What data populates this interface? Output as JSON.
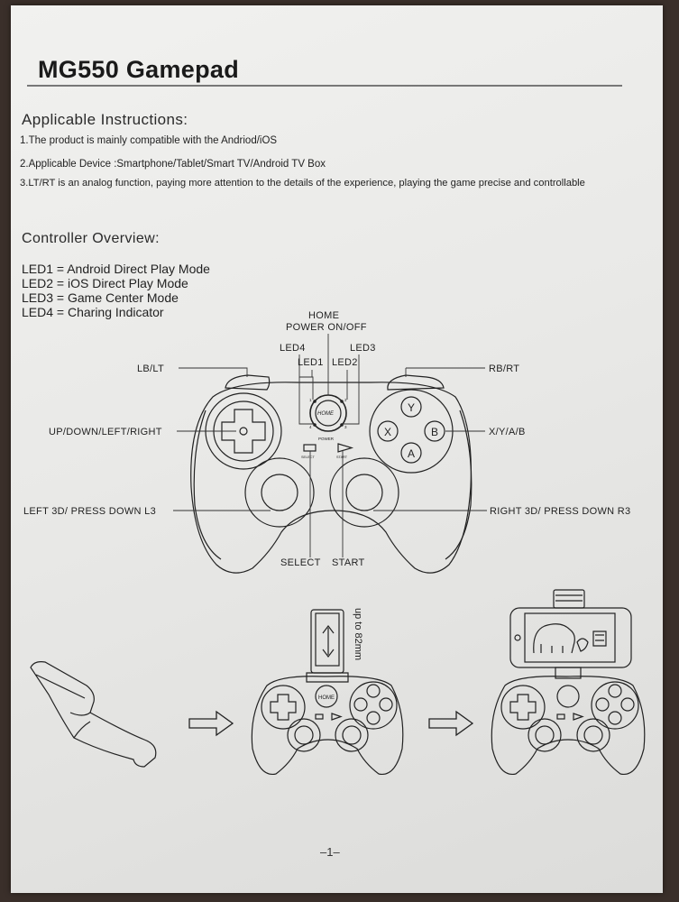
{
  "title": "MG550 Gamepad",
  "instructions": {
    "heading": "Applicable Instructions:",
    "items": [
      "1.The product is mainly compatible with the Andriod/iOS",
      "2.Applicable Device :Smartphone/Tablet/Smart TV/Android TV Box",
      "3.LT/RT is an analog function, paying more attention to the details of the experience, playing the game precise and controllable"
    ]
  },
  "overview": {
    "heading": "Controller Overview:",
    "leds": [
      "LED1 = Android Direct Play Mode",
      "LED2 = iOS Direct Play Mode",
      "LED3 = Game Center Mode",
      "LED4 = Charing Indicator"
    ]
  },
  "diagram": {
    "home": "HOME",
    "power": "POWER ON/OFF",
    "led4": "LED4",
    "led1": "LED1",
    "led2": "LED2",
    "led3": "LED3",
    "lb_lt": "LB/LT",
    "rb_rt": "RB/RT",
    "dpad": "UP/DOWN/LEFT/RIGHT",
    "xyab": "X/Y/A/B",
    "left3d": "LEFT 3D/ PRESS DOWN L3",
    "right3d": "RIGHT 3D/ PRESS DOWN R3",
    "select": "SELECT",
    "start": "START",
    "home_small": "HOME",
    "power_small": "POWER",
    "select_small": "SELECT",
    "start_small": "START",
    "btn_y": "Y",
    "btn_x": "X",
    "btn_b": "B",
    "btn_a": "A",
    "led_n1": "1",
    "led_n2": "2",
    "led_n3": "3",
    "led_n4": "4"
  },
  "mount": {
    "clip_range": "up to 82mm",
    "home_small": "HOME"
  },
  "page_number": "–1–"
}
